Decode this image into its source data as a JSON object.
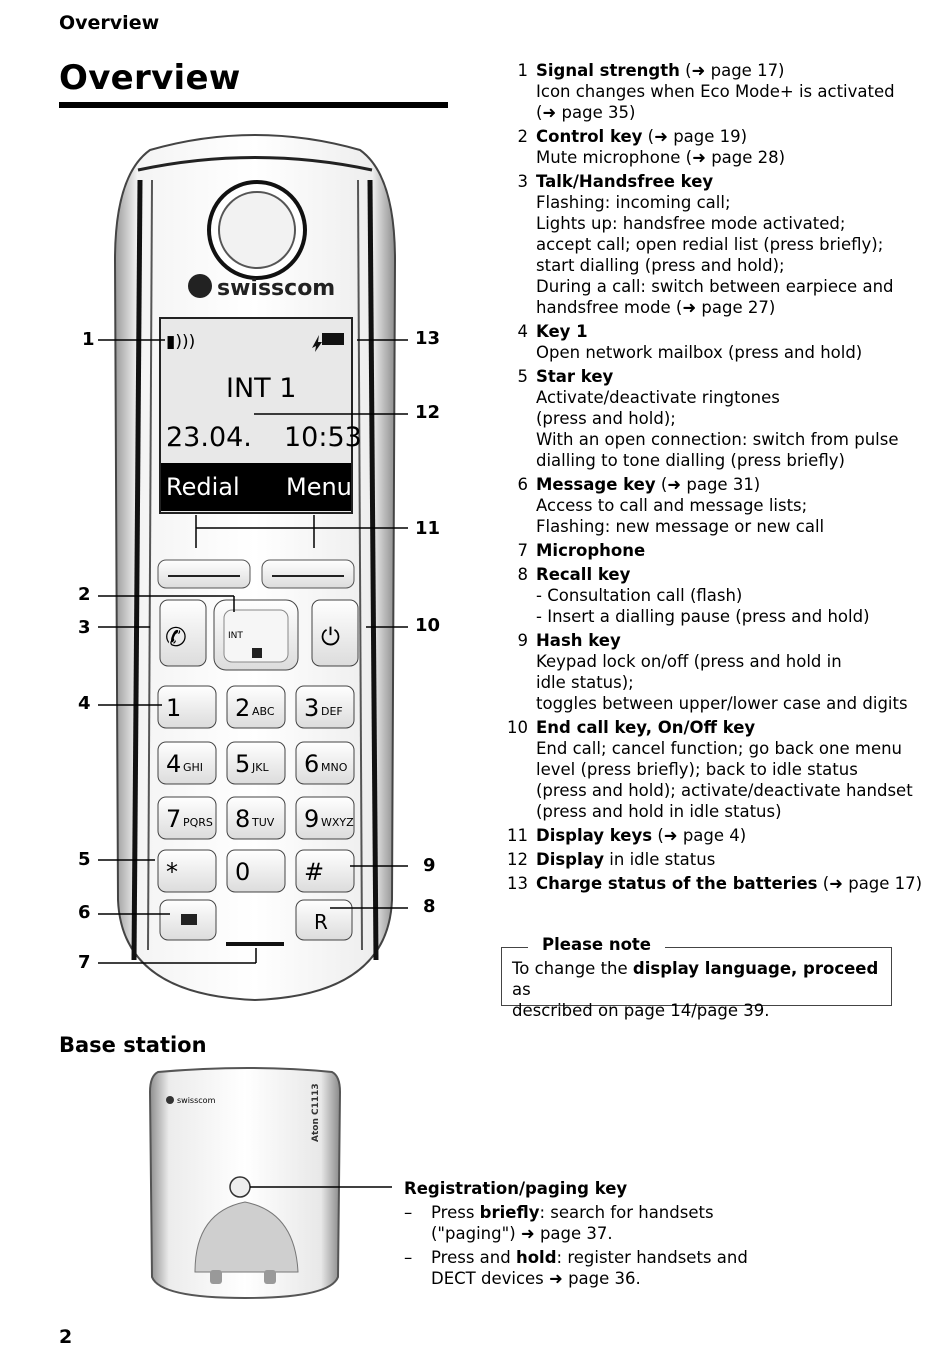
{
  "header": {
    "running_title": "Overview",
    "page_title": "Overview",
    "page_number": "2"
  },
  "display": {
    "line1": "INT 1",
    "date": "23.04.",
    "time": "10:53",
    "softkey_left": "Redial",
    "softkey_right": "Menu"
  },
  "brand": "swisscom",
  "keypad": [
    {
      "digit": "1",
      "sub": ""
    },
    {
      "digit": "2",
      "sub": "ABC"
    },
    {
      "digit": "3",
      "sub": "DEF"
    },
    {
      "digit": "4",
      "sub": "GHI"
    },
    {
      "digit": "5",
      "sub": "JKL"
    },
    {
      "digit": "6",
      "sub": "MNO"
    },
    {
      "digit": "7",
      "sub": "PQRS"
    },
    {
      "digit": "8",
      "sub": "TUV"
    },
    {
      "digit": "9",
      "sub": "WXYZ"
    },
    {
      "digit": "*",
      "sub": ""
    },
    {
      "digit": "0",
      "sub": ""
    },
    {
      "digit": "#",
      "sub": ""
    }
  ],
  "control_key_label": "INT",
  "recall_key_label": "R",
  "callouts": [
    "1",
    "2",
    "3",
    "4",
    "5",
    "6",
    "7",
    "8",
    "9",
    "10",
    "11",
    "12",
    "13"
  ],
  "legend": [
    {
      "num": "1",
      "title": "Signal strength",
      "suffix": " (➜ page 17)",
      "lines": [
        "Icon changes when Eco Mode+ is activated",
        "(➜ page 35)"
      ]
    },
    {
      "num": "2",
      "title": "Control key",
      "suffix": " (➜ page 19)",
      "lines": [
        "Mute microphone (➜ page 28)"
      ]
    },
    {
      "num": "3",
      "title": "Talk/Handsfree key",
      "suffix": "",
      "lines": [
        "Flashing: incoming call;",
        "Lights up: handsfree mode activated;",
        "accept call; open redial list (press briefly);",
        "start dialling (press and hold);",
        "During a call: switch between earpiece and",
        "handsfree mode (➜ page 27)"
      ]
    },
    {
      "num": "4",
      "title": "Key 1",
      "suffix": "",
      "lines": [
        "Open network mailbox (press and hold)"
      ]
    },
    {
      "num": "5",
      "title": "Star key",
      "suffix": "",
      "lines": [
        "Activate/deactivate ringtones",
        "(press and hold);",
        "With an open connection: switch from pulse",
        "dialling to tone dialling (press briefly)"
      ]
    },
    {
      "num": "6",
      "title": "Message key",
      "suffix": " (➜ page 31)",
      "lines": [
        "Access to call and message lists;",
        "Flashing: new message or new call"
      ]
    },
    {
      "num": "7",
      "title": "Microphone",
      "suffix": "",
      "lines": []
    },
    {
      "num": "8",
      "title": "Recall key",
      "suffix": "",
      "lines": [
        "- Consultation call (flash)",
        "- Insert a dialling pause (press and hold)"
      ]
    },
    {
      "num": "9",
      "title": "Hash key",
      "suffix": "",
      "lines": [
        "Keypad lock on/off (press and hold in",
        "idle status);",
        "toggles between upper/lower case and digits"
      ]
    },
    {
      "num": "10",
      "title": "End call key, On/Off key",
      "suffix": "",
      "lines": [
        "End call; cancel function; go back one menu",
        "level (press briefly); back to idle status",
        "(press and hold); activate/deactivate handset",
        "(press and hold in idle status)"
      ]
    },
    {
      "num": "11",
      "title": "Display keys",
      "suffix": " (➜ page 4)",
      "lines": []
    },
    {
      "num": "12",
      "title": "Display",
      "suffix": " in idle status",
      "lines": []
    },
    {
      "num": "13",
      "title": "Charge status of the batteries",
      "suffix": " (➜ page 17)",
      "lines": []
    }
  ],
  "note": {
    "title": "Please note",
    "pre": "To change the ",
    "bold": "display language, proceed",
    "post": " as",
    "line2": "described on page 14/page 39."
  },
  "base_station": {
    "heading": "Base station",
    "brand": "swisscom",
    "model": "Aton C1113",
    "key_title": "Registration/paging key",
    "bullets": [
      {
        "dash": "–",
        "pre": "Press ",
        "bold": "briefly",
        "post": ": search for handsets",
        "line2": "(\"paging\") ➜ page 37."
      },
      {
        "dash": "–",
        "pre": "Press and ",
        "bold": "hold",
        "post": ": register handsets and",
        "line2": "DECT devices ➜ page 36."
      }
    ]
  }
}
